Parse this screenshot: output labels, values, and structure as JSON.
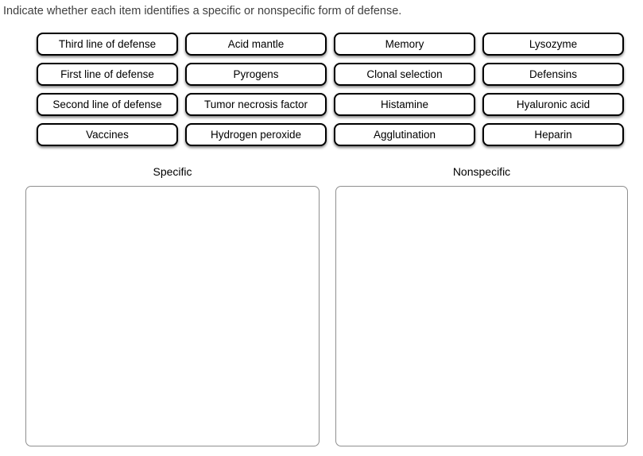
{
  "page": {
    "instruction": "Indicate whether each item identifies a specific or nonspecific form of defense."
  },
  "items": [
    "Third line of defense",
    "Acid mantle",
    "Memory",
    "Lysozyme",
    "First line of defense",
    "Pyrogens",
    "Clonal selection",
    "Defensins",
    "Second line of defense",
    "Tumor necrosis factor",
    "Histamine",
    "Hyaluronic acid",
    "Vaccines",
    "Hydrogen peroxide",
    "Agglutination",
    "Heparin"
  ],
  "bins": [
    {
      "label": "Specific"
    },
    {
      "label": "Nonspecific"
    }
  ],
  "colors": {
    "chip_border": "#000000",
    "chip_background": "#ffffff",
    "dropzone_border": "#8f8f8f",
    "instruction_text": "#3f3f3f"
  }
}
